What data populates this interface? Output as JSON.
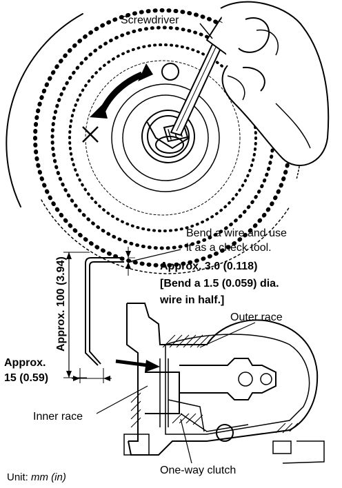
{
  "labels": {
    "screwdriver": "Screwdriver",
    "ok_mark": "○",
    "ng_mark": "×",
    "bend_line1": "Bend a wire and use",
    "bend_line2": "it as a check tool.",
    "thickness_approx": "Approx. 3.0 (0.118)",
    "wire_line1": "[Bend a 1.5 (0.059) dia.",
    "wire_line2": "wire in half.]",
    "height_dim": "Approx. 100 (3.94)",
    "width_line1": "Approx.",
    "width_line2": "15 (0.59)",
    "outer_race": "Outer race",
    "inner_race": "Inner race",
    "one_way_clutch": "One-way clutch",
    "unit_prefix": "Unit: ",
    "unit_value": "mm (in)"
  },
  "colors": {
    "ink": "#000000",
    "paper": "#ffffff"
  },
  "icons": [
    "rotation-arrow-icon",
    "ok-circle-icon",
    "ng-cross-icon",
    "insert-arrow-icon"
  ]
}
